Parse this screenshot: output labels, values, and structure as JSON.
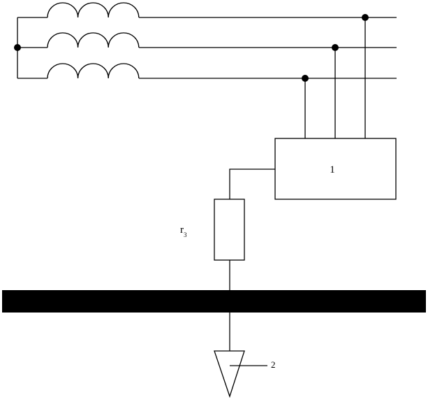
{
  "labels": {
    "unit_box": "1",
    "resistor": "r",
    "resistor_subscript": "3",
    "ground_electrode": "2"
  },
  "colors": {
    "line": "#000000",
    "background": "#ffffff"
  }
}
